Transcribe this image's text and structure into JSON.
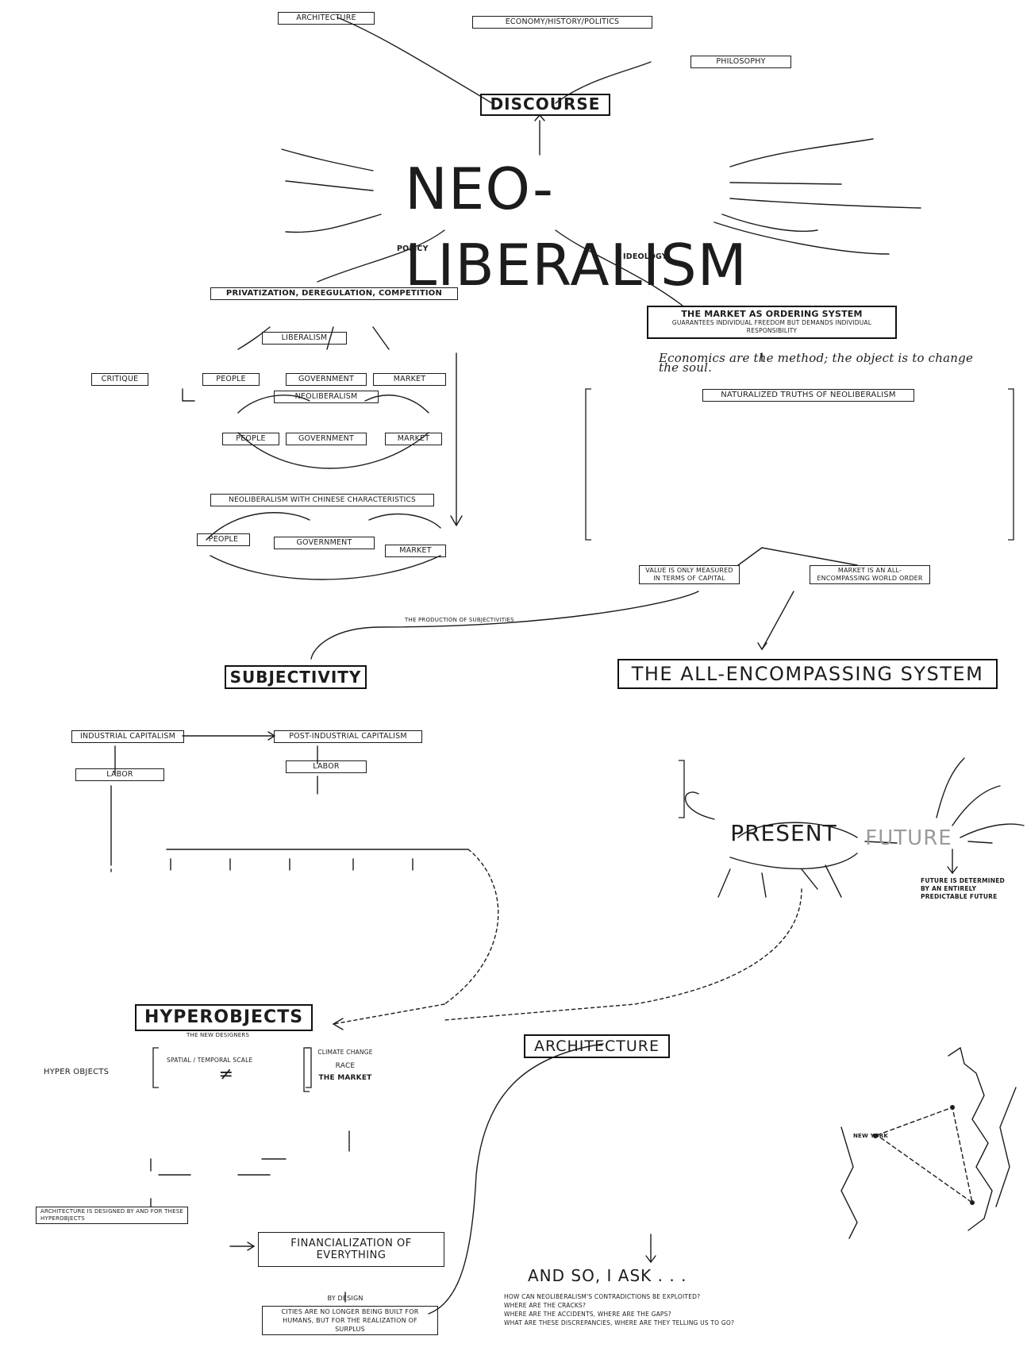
{
  "title": "NEO-LIBERALISM",
  "labels": {
    "policy": "POLICY",
    "ideology": "IDEOLOGY",
    "discourse": "DISCOURSE",
    "architecture_top": "ARCHITECTURE",
    "economy_history_politics": "ECONOMY/HISTORY/POLITICS",
    "philosophy": "PHILOSOPHY",
    "privatization": "PRIVATIZATION, DEREGULATION, COMPETITION",
    "liberalism": "LIBERALISM",
    "neoliberalism": "NEOLIBERALISM",
    "chinese": "NEOLIBERALISM WITH CHINESE CHARACTERISTICS",
    "people": "PEOPLE",
    "government": "GOVERNMENT",
    "market": "MARKET",
    "critique": "CRITIQUE",
    "market_ordering": "THE MARKET AS ORDERING SYSTEM",
    "market_ordering_sub": "GUARANTEES INDIVIDUAL FREEDOM BUT DEMANDS INDIVIDUAL RESPONSIBILITY",
    "quote": "Economics are the method; the object is to change the soul.",
    "naturalized": "NATURALIZED TRUTHS OF NEOLIBERALISM",
    "value": "VALUE IS ONLY MEASURED IN TERMS OF CAPITAL",
    "market_world": "MARKET IS AN ALL-ENCOMPASSING WORLD ORDER",
    "production": "THE PRODUCTION OF SUBJECTIVITIES",
    "subjectivity": "SUBJECTIVITY",
    "all_encompassing": "THE ALL-ENCOMPASSING SYSTEM",
    "industrial": "INDUSTRIAL CAPITALISM",
    "post_industrial": "POST-INDUSTRIAL CAPITALISM",
    "labor": "LABOR",
    "present": "PRESENT",
    "future": "FUTURE",
    "hyperobjects": "HYPEROBJECTS",
    "hyperobjects_sub": "THE NEW DESIGNERS",
    "architecture": "ARCHITECTURE",
    "and_so": "AND SO, I ASK . . .",
    "hyper_objects": "HYPER OBJECTS",
    "neq": "≠",
    "spatial": "SPATIAL / TEMPORAL SCALE",
    "climate": "CLIMATE CHANGE",
    "race": "RACE",
    "the_market": "THE MARKET",
    "financialization": "FINANCIALIZATION OF EVERYTHING",
    "by_design": "BY DESIGN",
    "cities": "CITIES ARE NO LONGER BEING BUILT FOR HUMANS, BUT FOR THE REALIZATION OF SURPLUS",
    "architecture_hyper": "ARCHITECTURE IS DESIGNED BY AND FOR THESE HYPEROBJECTS",
    "new_york": "NEW YORK",
    "predict": "FUTURE IS DETERMINED BY AN ENTIRELY PREDICTABLE FUTURE"
  },
  "questions": [
    "HOW CAN NEOLIBERALISM'S CONTRADICTIONS BE EXPLOITED?",
    "WHERE ARE THE CRACKS?",
    "WHERE ARE THE ACCIDENTS, WHERE ARE THE GAPS?",
    "WHAT ARE THESE DISCREPANCIES, WHERE ARE THEY TELLING US TO GO?"
  ]
}
